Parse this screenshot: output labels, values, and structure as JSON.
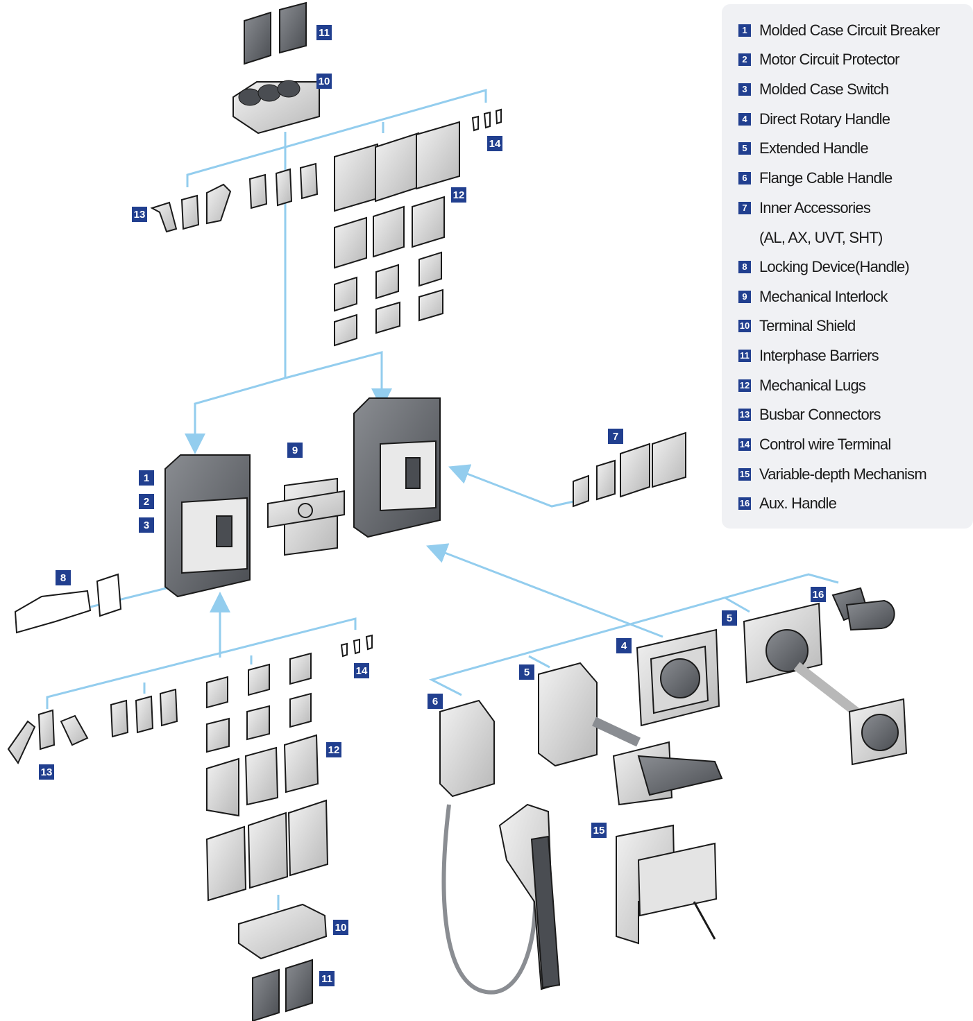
{
  "legend": {
    "items": [
      {
        "num": "1",
        "label": "Molded Case Circuit Breaker"
      },
      {
        "num": "2",
        "label": "Motor Circuit Protector"
      },
      {
        "num": "3",
        "label": "Molded Case Switch"
      },
      {
        "num": "4",
        "label": "Direct Rotary Handle"
      },
      {
        "num": "5",
        "label": "Extended Handle"
      },
      {
        "num": "6",
        "label": "Flange Cable Handle"
      },
      {
        "num": "7",
        "label": "Inner Accessories"
      },
      {
        "num": "8",
        "label": "Locking Device(Handle)"
      },
      {
        "num": "9",
        "label": "Mechanical Interlock"
      },
      {
        "num": "10",
        "label": "Terminal Shield"
      },
      {
        "num": "11",
        "label": "Interphase Barriers"
      },
      {
        "num": "12",
        "label": "Mechanical Lugs"
      },
      {
        "num": "13",
        "label": "Busbar Connectors"
      },
      {
        "num": "14",
        "label": "Control wire Terminal"
      },
      {
        "num": "15",
        "label": "Variable-depth Mechanism"
      },
      {
        "num": "16",
        "label": "Aux. Handle"
      }
    ],
    "inner_accessories_detail": "(AL, AX, UVT, SHT)"
  },
  "callouts": {
    "n1": "1",
    "n2": "2",
    "n3": "3",
    "n4": "4",
    "n5": "5",
    "n6": "6",
    "n7": "7",
    "n8": "8",
    "n9": "9",
    "n10": "10",
    "n11": "11",
    "n12": "12",
    "n13": "13",
    "n14": "14",
    "n15": "15",
    "n16": "16"
  },
  "colors": {
    "badge": "#213f8f",
    "connector": "#93cdee",
    "legend_bg": "#f0f1f4",
    "breaker_body": "#6b6f76",
    "part_outline": "#1a1a1a"
  }
}
